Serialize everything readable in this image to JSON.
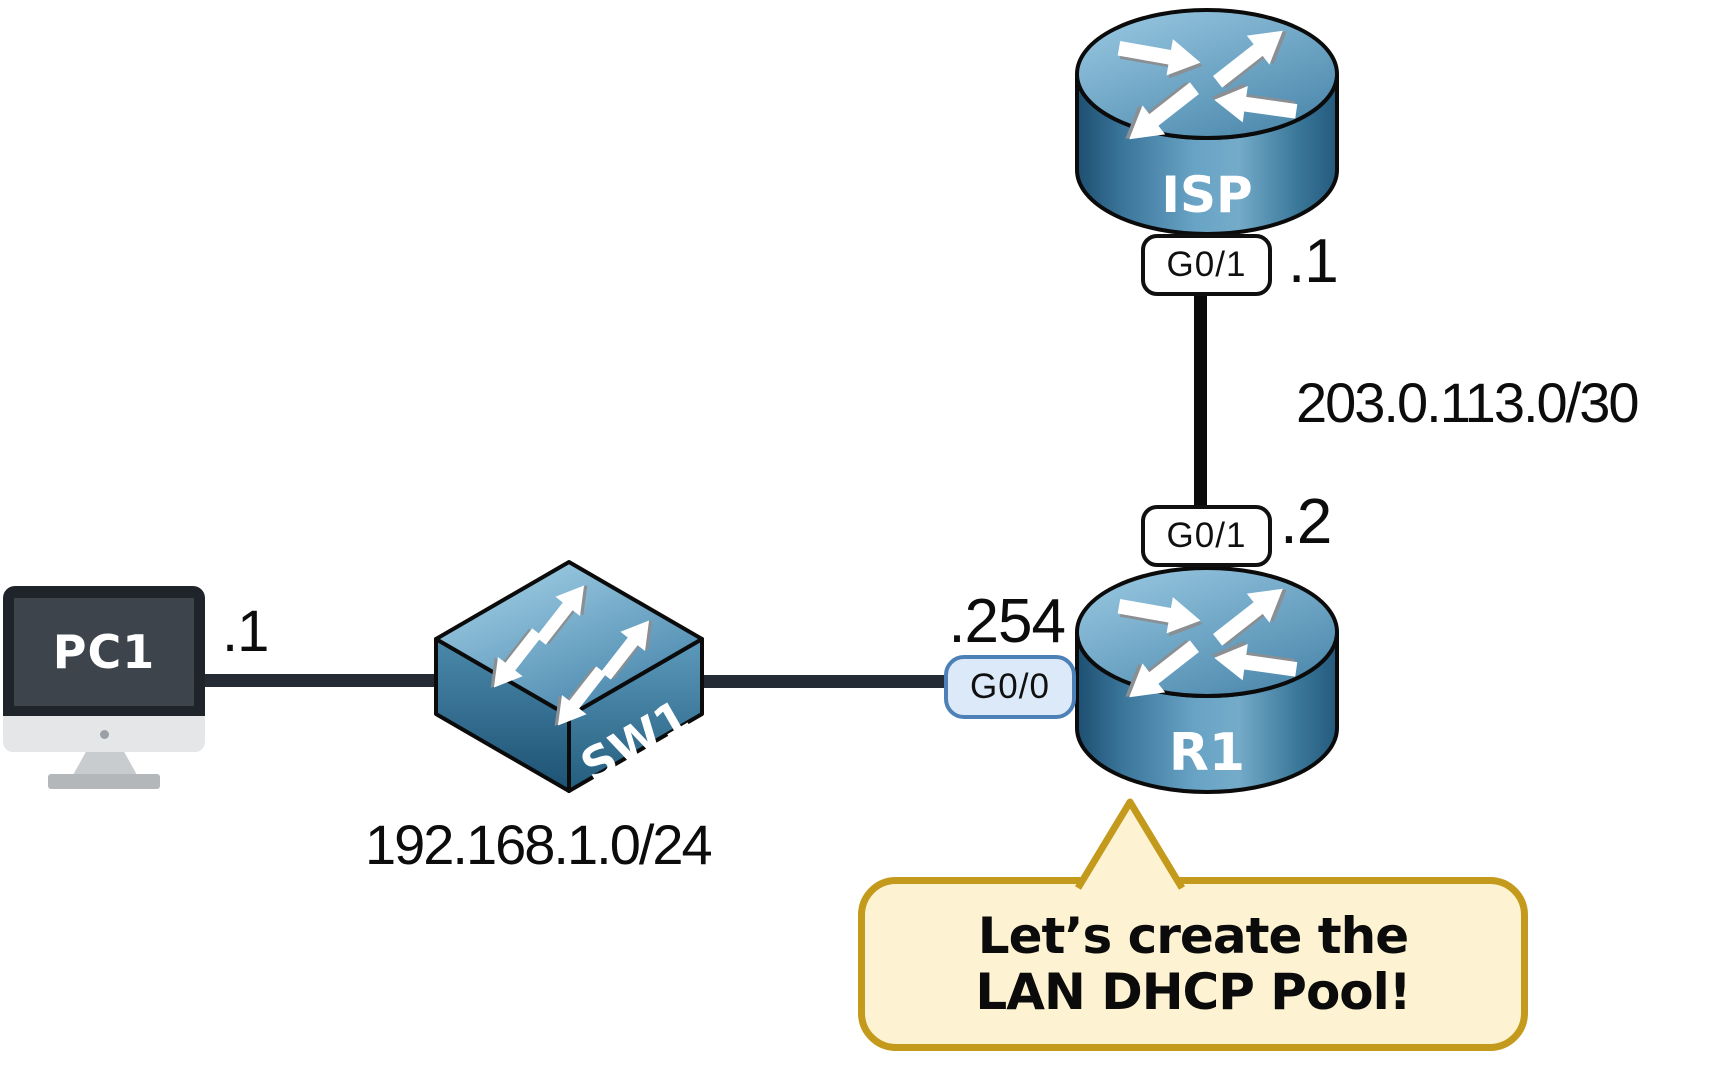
{
  "devices": {
    "pc1": {
      "name": "PC1",
      "ip_suffix": ".1"
    },
    "sw1": {
      "name": "SW1"
    },
    "r1": {
      "name": "R1",
      "lan_ip_suffix": ".254",
      "wan_ip_suffix": ".2",
      "lan_port": "G0/0",
      "wan_port": "G0/1"
    },
    "isp": {
      "name": "ISP",
      "wan_ip_suffix": ".1",
      "wan_port": "G0/1"
    }
  },
  "networks": {
    "lan_subnet": "192.168.1.0/24",
    "wan_subnet": "203.0.113.0/30"
  },
  "callout": {
    "line1": "Let’s create the",
    "line2": "LAN DHCP Pool!"
  },
  "colors": {
    "device_blue_light": "#9ccbe4",
    "device_blue_dark": "#245a7d",
    "lan_link": "#242b35",
    "wan_link": "#0a0a0a",
    "lan_port_fill": "#dce9f8",
    "lan_port_border": "#4d80b6",
    "wan_port_fill": "#ffffff",
    "wan_port_border": "#101010",
    "callout_fill": "#fdf3d2",
    "callout_border": "#c49a1c"
  }
}
